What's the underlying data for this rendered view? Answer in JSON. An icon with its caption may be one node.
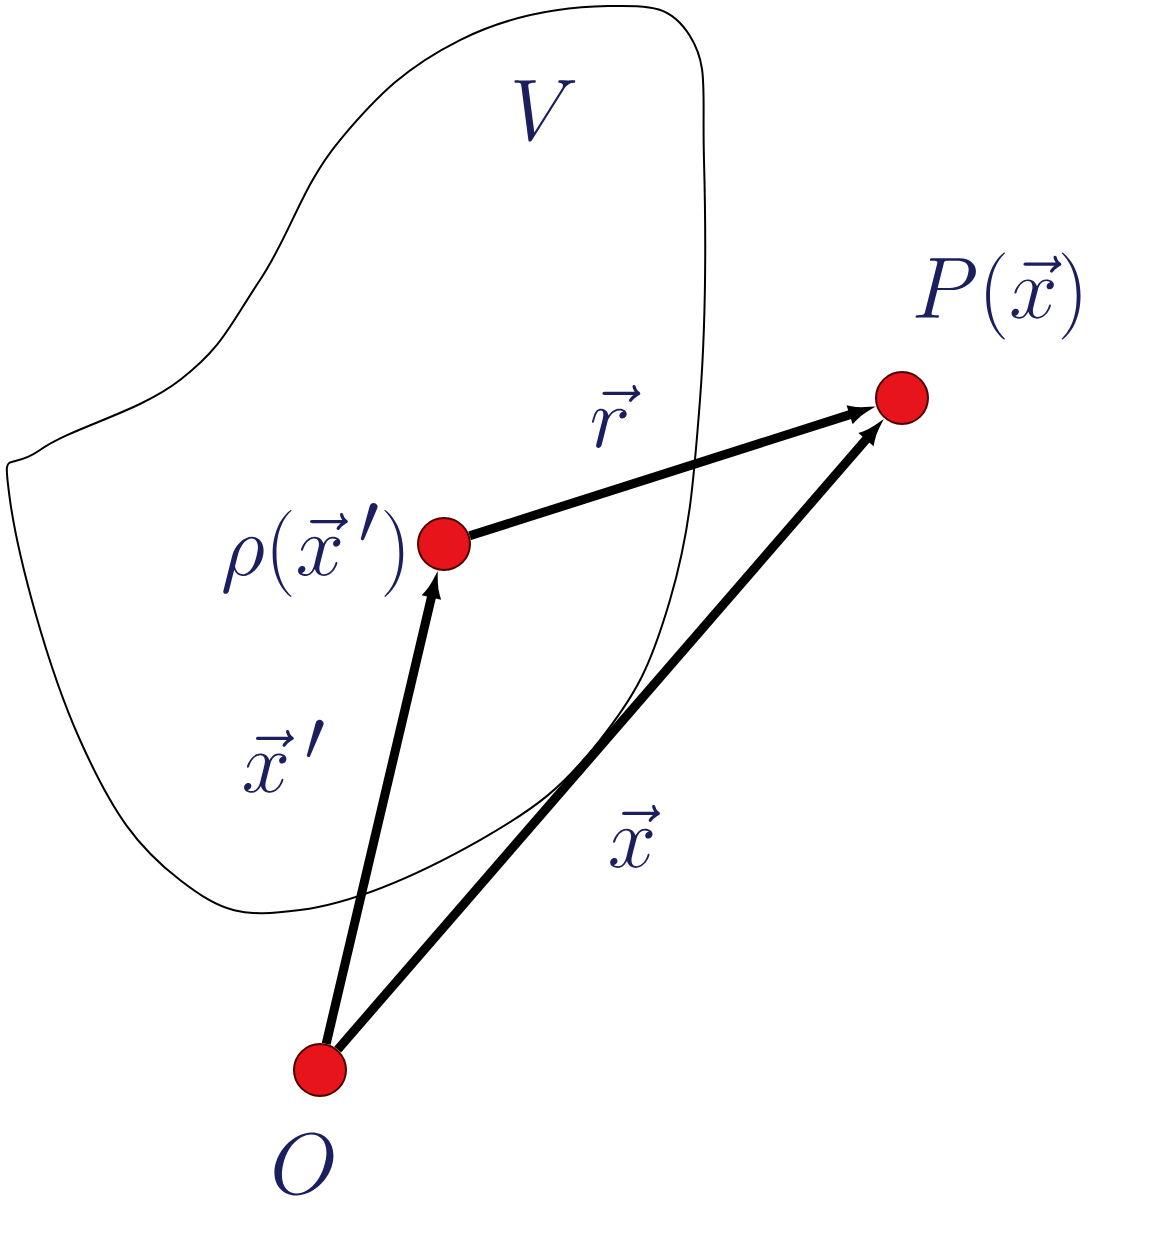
{
  "diagram": {
    "nodes": [
      {
        "text": [
          "V"
        ]
      },
      {
        "text": [],
        "shape": "circle",
        "beside": [
          "\\rho(\\vec{x}\\,')"
        ],
        "in": 0
      },
      {
        "text": [],
        "shape": "circle",
        "beside": [
          "P(\\vec{x})"
        ]
      },
      {
        "text": [],
        "shape": "circle",
        "beside": [
          "O"
        ]
      }
    ],
    "edges": [
      {
        "from": 3,
        "to": 1,
        "arrow": "to",
        "label": "\\vec{x}\\,'"
      },
      {
        "from": 1,
        "to": 2,
        "arrow": "to",
        "label": "\\vec{r}"
      },
      {
        "from": 3,
        "to": 2,
        "arrow": "to",
        "label": "\\vec{x}"
      }
    ]
  }
}
